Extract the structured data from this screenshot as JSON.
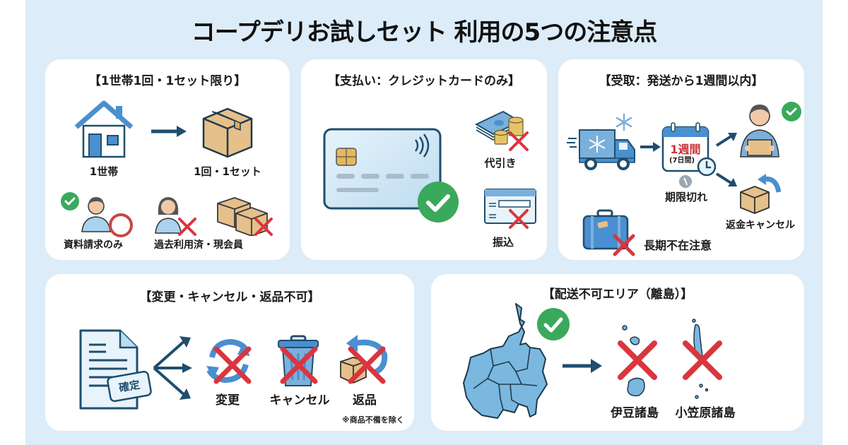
{
  "title": "コープデリお試しセット 利用の5つの注意点",
  "colors": {
    "background": "#dcecf8",
    "card": "#ffffff",
    "accent_blue": "#4a8fcf",
    "dark_navy": "#1f4e6e",
    "check_green": "#3aa95c",
    "cross_red": "#d9363e",
    "box_tan": "#e5c08a"
  },
  "cards": [
    {
      "title": "【1世帯1回・1セット限り】",
      "labels": {
        "household": "1世帯",
        "one_set": "1回・1セット",
        "inquiry_only": "資料請求のみ",
        "past_or_member": "過去利用済・現会員"
      },
      "icons": [
        "house-icon",
        "arrow-right-icon",
        "box-icon",
        "check-icon",
        "person-icon",
        "circle-ok-icon",
        "person-woman-icon",
        "cross-icon",
        "boxes-icon",
        "cross-icon"
      ]
    },
    {
      "title": "【支払い：クレジットカードのみ】",
      "labels": {
        "cod": "代引き",
        "transfer": "振込"
      },
      "icons": [
        "credit-card-icon",
        "check-icon",
        "cash-coins-icon",
        "cross-icon",
        "transfer-form-icon",
        "cross-icon"
      ]
    },
    {
      "title": "【受取：発送から1週間以内】",
      "labels": {
        "calendar_main": "1週間",
        "calendar_sub": "(7日間)",
        "expired": "期限切れ",
        "refund_cancel": "返金キャンセル",
        "long_absence": "長期不在注意"
      },
      "icons": [
        "refrigerated-truck-icon",
        "snowflake-icon",
        "arrow-right-icon",
        "calendar-icon",
        "clock-icon",
        "person-receiving-box-icon",
        "check-icon",
        "return-box-icon",
        "suitcase-icon",
        "cross-icon"
      ]
    },
    {
      "title": "【変更・キャンセル・返品不可】",
      "labels": {
        "stamp": "確定",
        "change": "変更",
        "cancel": "キャンセル",
        "return": "返品"
      },
      "note": "※商品不備を除く",
      "icons": [
        "document-icon",
        "branch-arrows-icon",
        "refresh-icon",
        "cross-icon",
        "trash-icon",
        "cross-icon",
        "return-box-icon",
        "cross-icon"
      ]
    },
    {
      "title": "【配送不可エリア（離島）】",
      "labels": {
        "izu": "伊豆諸島",
        "ogasawara": "小笠原諸島"
      },
      "icons": [
        "kanto-map-icon",
        "check-icon",
        "arrow-right-icon",
        "island-icon",
        "cross-icon",
        "island-icon",
        "cross-icon"
      ]
    }
  ]
}
